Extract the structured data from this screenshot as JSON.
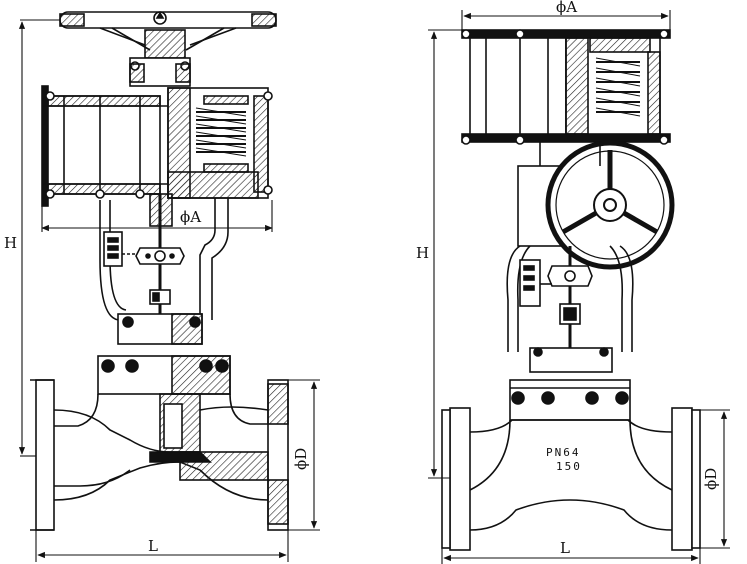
{
  "left_view": {
    "label_height": "H",
    "label_actuator_diameter": "ϕA",
    "label_flange_diameter": "ϕD",
    "label_length": "L"
  },
  "right_view": {
    "label_height": "H",
    "label_actuator_diameter": "ϕA",
    "label_flange_diameter": "ϕD",
    "label_length": "L",
    "body_marking_pressure": "PN64",
    "body_marking_size": "150"
  },
  "colors": {
    "line": "#111111",
    "hatch": "#222222",
    "background": "#ffffff"
  }
}
